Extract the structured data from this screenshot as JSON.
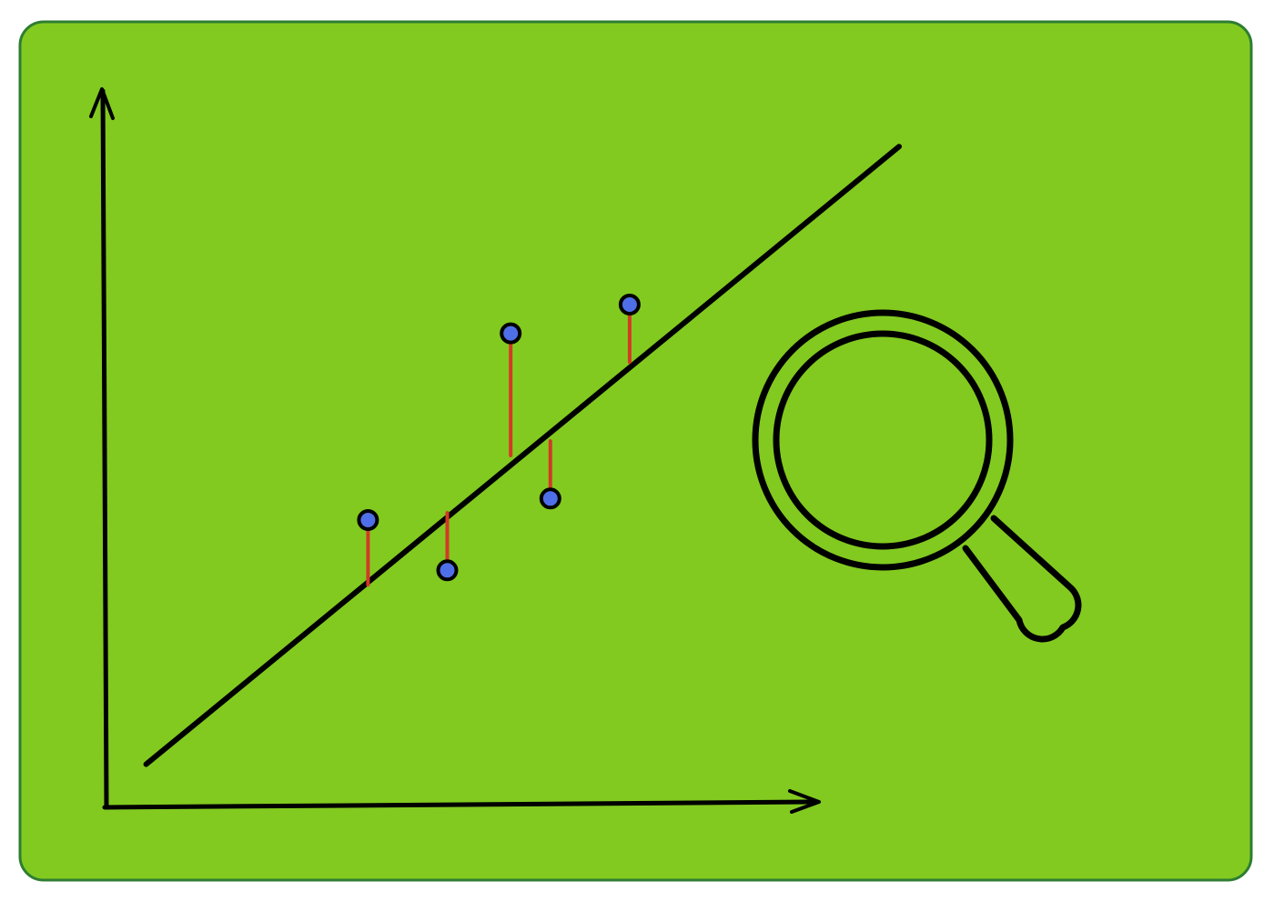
{
  "colors": {
    "card_fill": "#82CA1F",
    "card_border": "#2E7D32",
    "ink": "#000000",
    "point_fill": "#4F6FE8",
    "residual": "#D23A26"
  },
  "icons": [
    "magnifying-glass-icon"
  ],
  "chart_data": {
    "type": "scatter",
    "title": "",
    "xlabel": "",
    "ylabel": "",
    "tick_labels": false,
    "grid": false,
    "legend": "none",
    "axis_arrows": true,
    "x_range": [
      0,
      100
    ],
    "y_range": [
      0,
      100
    ],
    "fit_line": {
      "x": [
        5,
        100
      ],
      "y": [
        6,
        92
      ]
    },
    "points": [
      {
        "x": 33,
        "y": 40,
        "line_y": 31
      },
      {
        "x": 43,
        "y": 33,
        "line_y": 41
      },
      {
        "x": 51,
        "y": 66,
        "line_y": 49
      },
      {
        "x": 56,
        "y": 43,
        "line_y": 51
      },
      {
        "x": 66,
        "y": 70,
        "line_y": 62
      }
    ]
  }
}
